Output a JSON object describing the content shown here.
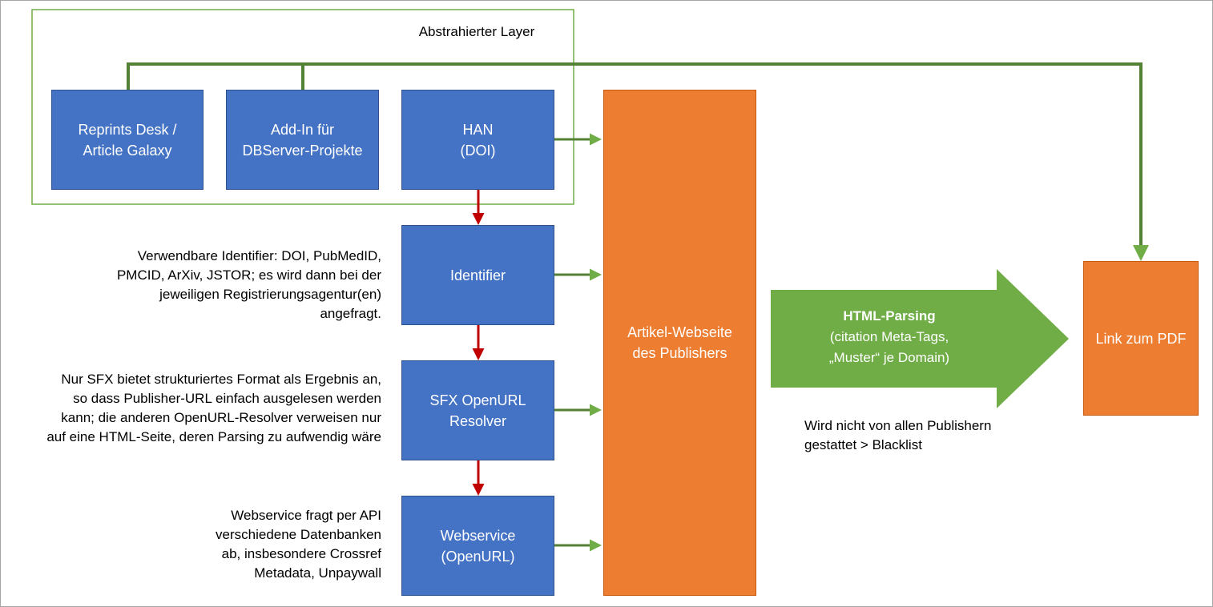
{
  "diagram": {
    "layer_title": "Abstrahierter Layer",
    "boxes": {
      "reprints": "Reprints Desk /\nArticle Galaxy",
      "addin": "Add-In für\nDBServer-Projekte",
      "han": "HAN\n(DOI)",
      "identifier": "Identifier",
      "sfx": "SFX OpenURL\nResolver",
      "webservice": "Webservice\n(OpenURL)",
      "publisher": "Artikel-Webseite\ndes Publishers",
      "pdf": "Link zum PDF"
    },
    "notes": {
      "identifier": "Verwendbare Identifier: DOI, PubMedID,\nPMCID, ArXiv, JSTOR; es wird dann bei der\njeweiligen Registrierungsagentur(en)\nangefragt.",
      "sfx": "Nur SFX bietet strukturiertes Format als Ergebnis an,\nso dass Publisher-URL einfach ausgelesen werden\nkann; die anderen OpenURL-Resolver verweisen nur\nauf eine HTML-Seite, deren Parsing zu aufwendig wäre",
      "webservice": "Webservice fragt per API\nverschiedene Datenbanken\nab, insbesondere Crossref\nMetadata, Unpaywall",
      "blacklist": "Wird nicht von allen Publishern\ngestattet > Blacklist"
    },
    "parsing": {
      "title": "HTML-Parsing",
      "subtitle": "(citation Meta-Tags,\n„Muster“ je Domain)"
    },
    "colors": {
      "blue": "#4472c4",
      "orange": "#ed7d31",
      "green": "#70ad47",
      "red": "#c00000",
      "layer_border": "#70ad47"
    }
  }
}
